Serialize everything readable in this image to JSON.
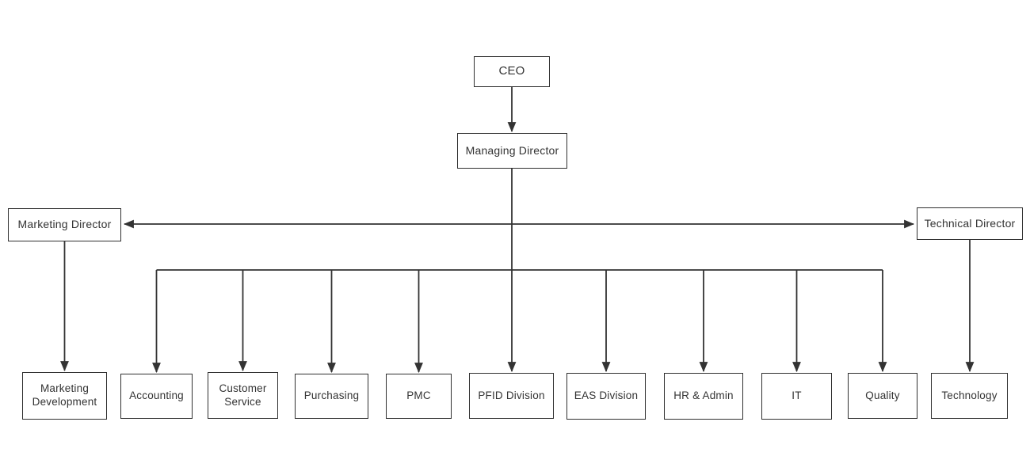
{
  "diagram": {
    "type": "org-chart",
    "background_color": "#ffffff",
    "line_color": "#333333",
    "box_border_color": "#2f2f2f",
    "box_fill_color": "#ffffff",
    "text_color": "#333333",
    "nodes": {
      "ceo": {
        "label": "CEO"
      },
      "managing_director": {
        "label": "Managing Director"
      },
      "marketing_director": {
        "label": "Marketing Director"
      },
      "technical_director": {
        "label": "Technical Director"
      },
      "marketing_development": {
        "label": "Marketing Development"
      },
      "accounting": {
        "label": "Accounting"
      },
      "customer_service": {
        "label": "Customer Service"
      },
      "purchasing": {
        "label": "Purchasing"
      },
      "pmc": {
        "label": "PMC"
      },
      "pfid_division": {
        "label": "PFID Division"
      },
      "eas_division": {
        "label": "EAS Division"
      },
      "hr_admin": {
        "label": "HR & Admin"
      },
      "it": {
        "label": "IT"
      },
      "quality": {
        "label": "Quality"
      },
      "technology": {
        "label": "Technology"
      }
    },
    "edges": [
      {
        "from": "CEO",
        "to": "Managing Director",
        "arrow": "to"
      },
      {
        "from": "Managing Director",
        "to": "Marketing Director",
        "arrow": "to"
      },
      {
        "from": "Managing Director",
        "to": "Technical Director",
        "arrow": "to"
      },
      {
        "from": "Managing Director",
        "to": "Accounting",
        "arrow": "to"
      },
      {
        "from": "Managing Director",
        "to": "Customer Service",
        "arrow": "to"
      },
      {
        "from": "Managing Director",
        "to": "Purchasing",
        "arrow": "to"
      },
      {
        "from": "Managing Director",
        "to": "PMC",
        "arrow": "to"
      },
      {
        "from": "Managing Director",
        "to": "PFID Division",
        "arrow": "to"
      },
      {
        "from": "Managing Director",
        "to": "EAS Division",
        "arrow": "to"
      },
      {
        "from": "Managing Director",
        "to": "HR & Admin",
        "arrow": "to"
      },
      {
        "from": "Managing Director",
        "to": "IT",
        "arrow": "to"
      },
      {
        "from": "Managing Director",
        "to": "Quality",
        "arrow": "to"
      },
      {
        "from": "Marketing Director",
        "to": "Marketing Development",
        "arrow": "to"
      },
      {
        "from": "Technical Director",
        "to": "Technology",
        "arrow": "to"
      }
    ]
  }
}
